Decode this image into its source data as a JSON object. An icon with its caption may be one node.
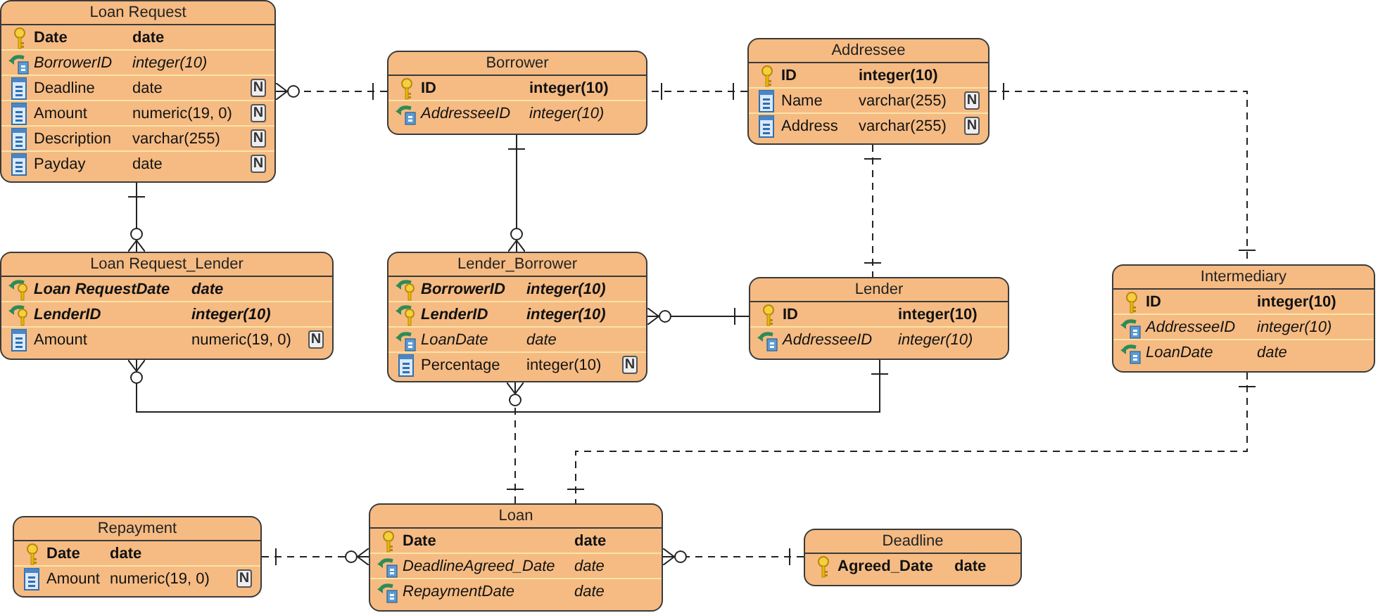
{
  "diagram": {
    "nodes": [
      {
        "text": [
          "Loan Request"
        ]
      },
      {
        "text": [
          "Date",
          "date"
        ],
        "in": 0
      },
      {
        "text": [
          "BorrowerID",
          "integer(10)"
        ],
        "in": 0
      },
      {
        "text": [
          "Deadline",
          "date",
          "N"
        ],
        "in": 0
      },
      {
        "text": [
          "Amount",
          "numeric(19, 0)",
          "N"
        ],
        "in": 0
      },
      {
        "text": [
          "Description",
          "varchar(255)",
          "N"
        ],
        "in": 0
      },
      {
        "text": [
          "Payday",
          "date",
          "N"
        ],
        "in": 0
      },
      {
        "text": [
          "Borrower"
        ]
      },
      {
        "text": [
          "ID",
          "integer(10)"
        ],
        "in": 7
      },
      {
        "text": [
          "AddresseeID",
          "integer(10)"
        ],
        "in": 7
      },
      {
        "text": [
          "Addressee"
        ]
      },
      {
        "text": [
          "ID",
          "integer(10)"
        ],
        "in": 10
      },
      {
        "text": [
          "Name",
          "varchar(255)",
          "N"
        ],
        "in": 10
      },
      {
        "text": [
          "Address",
          "varchar(255)",
          "N"
        ],
        "in": 10
      },
      {
        "text": [
          "Loan Request_Lender"
        ]
      },
      {
        "text": [
          "Loan RequestDate",
          "date"
        ],
        "in": 14
      },
      {
        "text": [
          "LenderID",
          "integer(10)"
        ],
        "in": 14
      },
      {
        "text": [
          "Amount",
          "numeric(19, 0)",
          "N"
        ],
        "in": 14
      },
      {
        "text": [
          "Lender_Borrower"
        ]
      },
      {
        "text": [
          "BorrowerID",
          "integer(10)"
        ],
        "in": 18
      },
      {
        "text": [
          "LenderID",
          "integer(10)"
        ],
        "in": 18
      },
      {
        "text": [
          "LoanDate",
          "date"
        ],
        "in": 18
      },
      {
        "text": [
          "Percentage",
          "integer(10)",
          "N"
        ],
        "in": 18
      },
      {
        "text": [
          "Lender"
        ]
      },
      {
        "text": [
          "ID",
          "integer(10)"
        ],
        "in": 23
      },
      {
        "text": [
          "AddresseeID",
          "integer(10)"
        ],
        "in": 23
      },
      {
        "text": [
          "Intermediary"
        ]
      },
      {
        "text": [
          "ID",
          "integer(10)"
        ],
        "in": 26
      },
      {
        "text": [
          "AddresseeID",
          "integer(10)"
        ],
        "in": 26
      },
      {
        "text": [
          "LoanDate",
          "date"
        ],
        "in": 26
      },
      {
        "text": [
          "Repayment"
        ]
      },
      {
        "text": [
          "Date",
          "date"
        ],
        "in": 30
      },
      {
        "text": [
          "Amount",
          "numeric(19, 0)",
          "N"
        ],
        "in": 30
      },
      {
        "text": [
          "Loan"
        ]
      },
      {
        "text": [
          "Date",
          "date"
        ],
        "in": 33
      },
      {
        "text": [
          "DeadlineAgreed_Date",
          "date"
        ],
        "in": 33
      },
      {
        "text": [
          "RepaymentDate",
          "date"
        ],
        "in": 33
      },
      {
        "text": [
          "Deadline"
        ]
      },
      {
        "text": [
          "Agreed_Date",
          "date"
        ],
        "in": 37
      }
    ],
    "edges": [
      {
        "from": 7,
        "to": 0,
        "arrow": "other",
        "style": "dashed"
      },
      {
        "from": 10,
        "to": 7,
        "arrow": "other",
        "style": "dashed"
      },
      {
        "from": 0,
        "to": 14,
        "arrow": "other"
      },
      {
        "from": 7,
        "to": 18,
        "arrow": "other"
      },
      {
        "from": 23,
        "to": 18,
        "arrow": "other"
      },
      {
        "from": 10,
        "to": 23,
        "arrow": "other",
        "style": "dashed"
      },
      {
        "from": 10,
        "to": 26,
        "arrow": "other",
        "style": "dashed"
      },
      {
        "from": 23,
        "to": 14,
        "arrow": "other"
      },
      {
        "from": 33,
        "to": 18,
        "arrow": "other",
        "style": "dashed"
      },
      {
        "from": 26,
        "to": 33,
        "arrow": "other",
        "style": "dashed"
      },
      {
        "from": 30,
        "to": 33,
        "arrow": "other",
        "style": "dashed"
      },
      {
        "from": 37,
        "to": 33,
        "arrow": "other",
        "style": "dashed"
      }
    ]
  }
}
